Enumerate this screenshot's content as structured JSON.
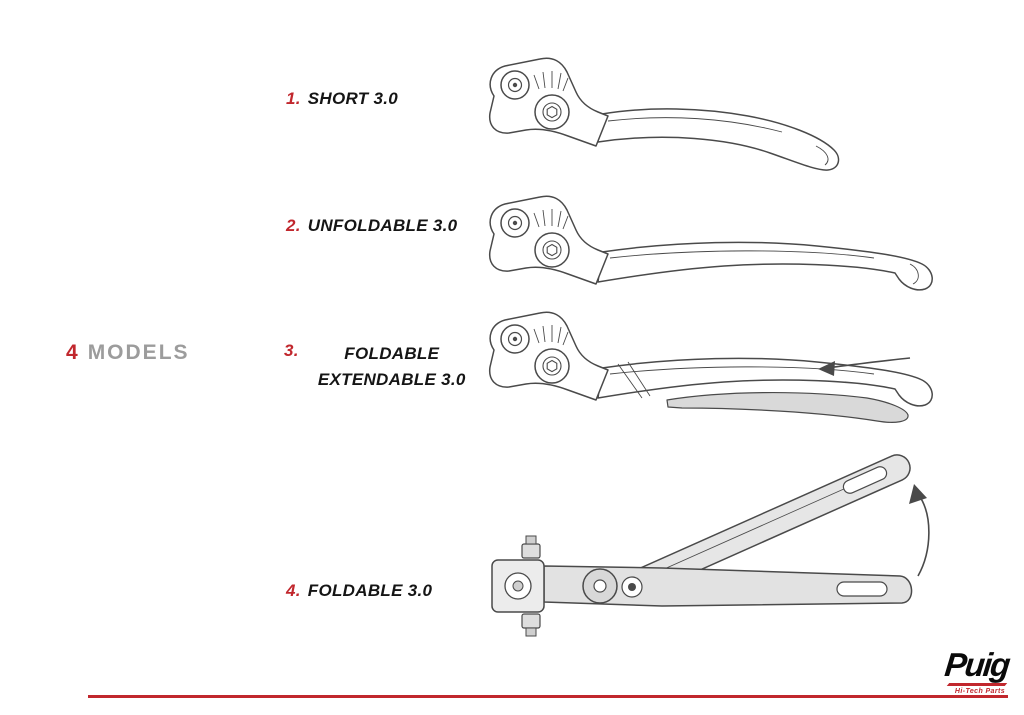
{
  "models_label": {
    "number": "4",
    "text": "MODELS"
  },
  "items": [
    {
      "number": "1.",
      "name": "SHORT 3.0"
    },
    {
      "number": "2.",
      "name": "UNFOLDABLE 3.0"
    },
    {
      "number": "3.",
      "name": "FOLDABLE EXTENDABLE 3.0"
    },
    {
      "number": "4.",
      "name": "FOLDABLE 3.0"
    }
  ],
  "brand": {
    "name": "Puig",
    "tagline": "Hi-Tech Parts"
  },
  "colors": {
    "accent_red": "#c1272d",
    "heading_gray": "#9c9c9c",
    "line_art": "#4a4a4a",
    "shade_gray": "#d9d9d9"
  }
}
